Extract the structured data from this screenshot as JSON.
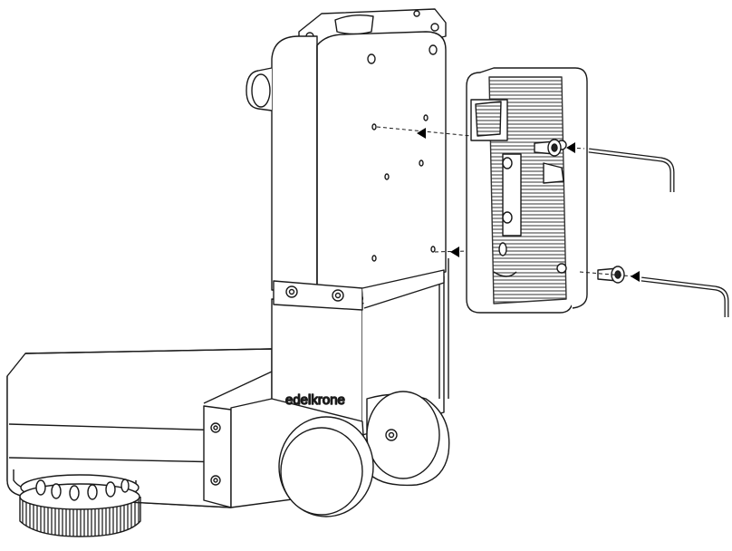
{
  "brand": {
    "label": "edelkrone"
  },
  "colors": {
    "line": "#1a1a1a",
    "fill": "#ffffff",
    "plate_hatch": "#444444",
    "dark": "#222222",
    "arrow": "#000000"
  },
  "parts": {
    "head": "motion-head-body",
    "plate": "battery-v-mount-plate",
    "screws": [
      "upper-screw",
      "lower-screw"
    ],
    "keys": [
      "upper-hex-key",
      "lower-hex-key"
    ]
  }
}
